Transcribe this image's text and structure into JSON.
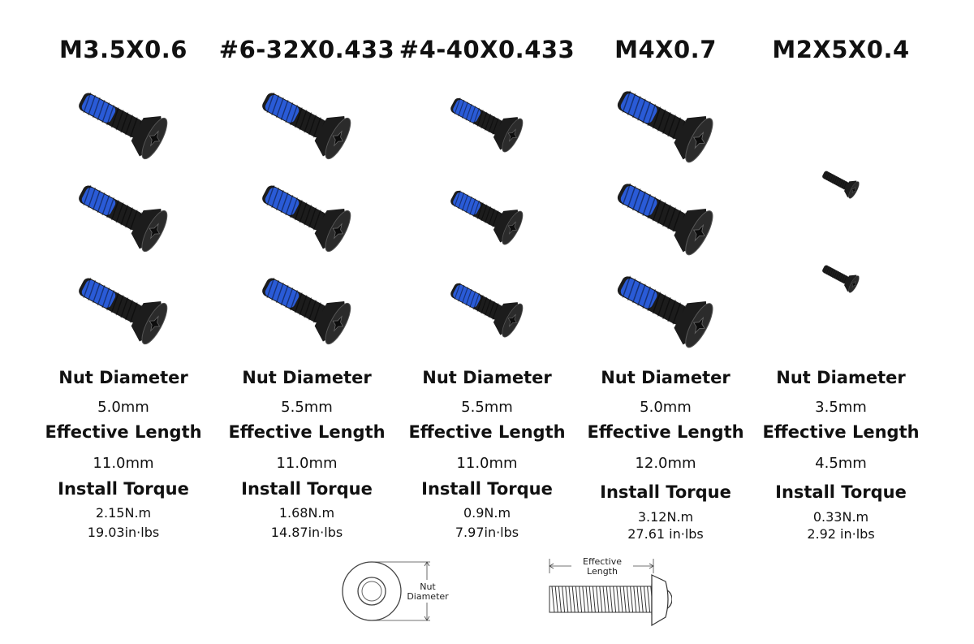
{
  "screws": [
    {
      "title": "M3.5X0.6",
      "nut_diameter_label": "Nut Diameter",
      "nut_diameter": "5.0mm",
      "effective_length_label": "Effective Length",
      "effective_length": "11.0mm",
      "install_torque_label": "Install Torque",
      "torque_nm": "2.15N.m",
      "torque_inlbs": "19.03in·lbs",
      "screw_count": 3,
      "screw_size": "large"
    },
    {
      "title": "#6-32X0.433",
      "nut_diameter_label": "Nut Diameter",
      "nut_diameter": "5.5mm",
      "effective_length_label": "Effective Length",
      "effective_length": "11.0mm",
      "install_torque_label": "Install Torque",
      "torque_nm": "1.68N.m",
      "torque_inlbs": "14.87in·lbs",
      "screw_count": 3,
      "screw_size": "large"
    },
    {
      "title": "#4-40X0.433",
      "nut_diameter_label": "Nut Diameter",
      "nut_diameter": "5.5mm",
      "effective_length_label": "Effective Length",
      "effective_length": "11.0mm",
      "install_torque_label": "Install Torque",
      "torque_nm": "0.9N.m",
      "torque_inlbs": "7.97in·lbs",
      "screw_count": 3,
      "screw_size": "medium"
    },
    {
      "title": "M4X0.7",
      "nut_diameter_label": "Nut Diameter",
      "nut_diameter": "5.0mm",
      "effective_length_label": "Effective Length",
      "effective_length": "12.0mm",
      "install_torque_label": "Install Torque",
      "torque_nm": "3.12N.m",
      "torque_inlbs": "27.61 in·lbs",
      "screw_count": 3,
      "screw_size": "xlarge"
    },
    {
      "title": "M2X5X0.4",
      "nut_diameter_label": "Nut Diameter",
      "nut_diameter": "3.5mm",
      "effective_length_label": "Effective Length",
      "effective_length": "4.5mm",
      "install_torque_label": "Install Torque",
      "torque_nm": "0.33N.m",
      "torque_inlbs": "2.92 in·lbs",
      "screw_count": 2,
      "screw_size": "small"
    }
  ],
  "legend": {
    "nut_diameter_line1": "Nut",
    "nut_diameter_line2": "Diameter",
    "effective_length_line1": "Effective",
    "effective_length_line2": "Length"
  },
  "colors": {
    "screw_body": "#1c1c1c",
    "thread_lock": "#2a5bd7",
    "text": "#111111"
  },
  "icons": [
    "screw-icon",
    "nut-diagram-icon",
    "screw-diagram-icon"
  ]
}
